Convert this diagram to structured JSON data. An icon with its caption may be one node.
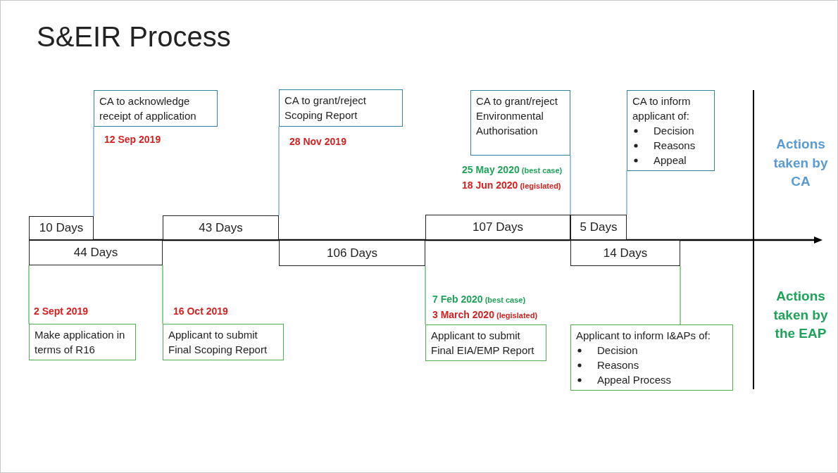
{
  "diagram": {
    "title": "S&EIR Process",
    "nodes": [
      {
        "text": [
          "CA to acknowledge receipt of application"
        ],
        "beside": [
          "12 Sep 2019"
        ]
      },
      {
        "text": [
          "CA to grant/reject Scoping Report"
        ],
        "beside": [
          "28 Nov 2019"
        ]
      },
      {
        "text": [
          "CA to grant/reject Environmental Authorisation"
        ],
        "beside": [
          "**25 May 2020** (best case)",
          "**18 Jun 2020** (legislated)"
        ]
      },
      {
        "text": [
          "CA to inform applicant of:",
          "Decision",
          "Reasons",
          "Appeal"
        ]
      },
      {
        "text": [
          "10 Days"
        ]
      },
      {
        "text": [
          "43 Days"
        ]
      },
      {
        "text": [
          "107 Days"
        ]
      },
      {
        "text": [
          "5 Days"
        ]
      },
      {
        "text": [
          "44 Days"
        ]
      },
      {
        "text": [
          "106 Days"
        ]
      },
      {
        "text": [
          "14 Days"
        ]
      },
      {
        "text": [
          "Make application in terms of R16"
        ],
        "beside": [
          "2 Sept 2019"
        ]
      },
      {
        "text": [
          "Applicant to submit Final Scoping Report"
        ],
        "beside": [
          "16 Oct 2019"
        ]
      },
      {
        "text": [
          "Applicant to submit Final EIA/EMP Report"
        ],
        "beside": [
          "**7 Feb 2020** (best case)",
          "**3 March 2020** (legislated)"
        ]
      },
      {
        "text": [
          "Applicant to inform I&APs of:",
          "Decision",
          "Reasons",
          "Appeal Process"
        ]
      }
    ],
    "edges": [
      {
        "from": 4,
        "to": 0,
        "arrow": "none",
        "color": "#5b9bd5"
      },
      {
        "from": 5,
        "to": 1,
        "arrow": "none",
        "color": "#5b9bd5"
      },
      {
        "from": 6,
        "to": 2,
        "arrow": "none",
        "color": "#5b9bd5"
      },
      {
        "from": 7,
        "to": 3,
        "arrow": "none",
        "color": "#5b9bd5"
      },
      {
        "from": 8,
        "to": 11,
        "arrow": "none",
        "color": "#4cb050"
      },
      {
        "from": 8,
        "to": 12,
        "arrow": "none",
        "color": "#4cb050"
      },
      {
        "from": 9,
        "to": 13,
        "arrow": "none",
        "color": "#4cb050"
      },
      {
        "from": 10,
        "to": 14,
        "arrow": "none",
        "color": "#4cb050"
      }
    ],
    "labels": [
      "Actions taken by CA",
      "Actions taken by the EAP"
    ]
  }
}
